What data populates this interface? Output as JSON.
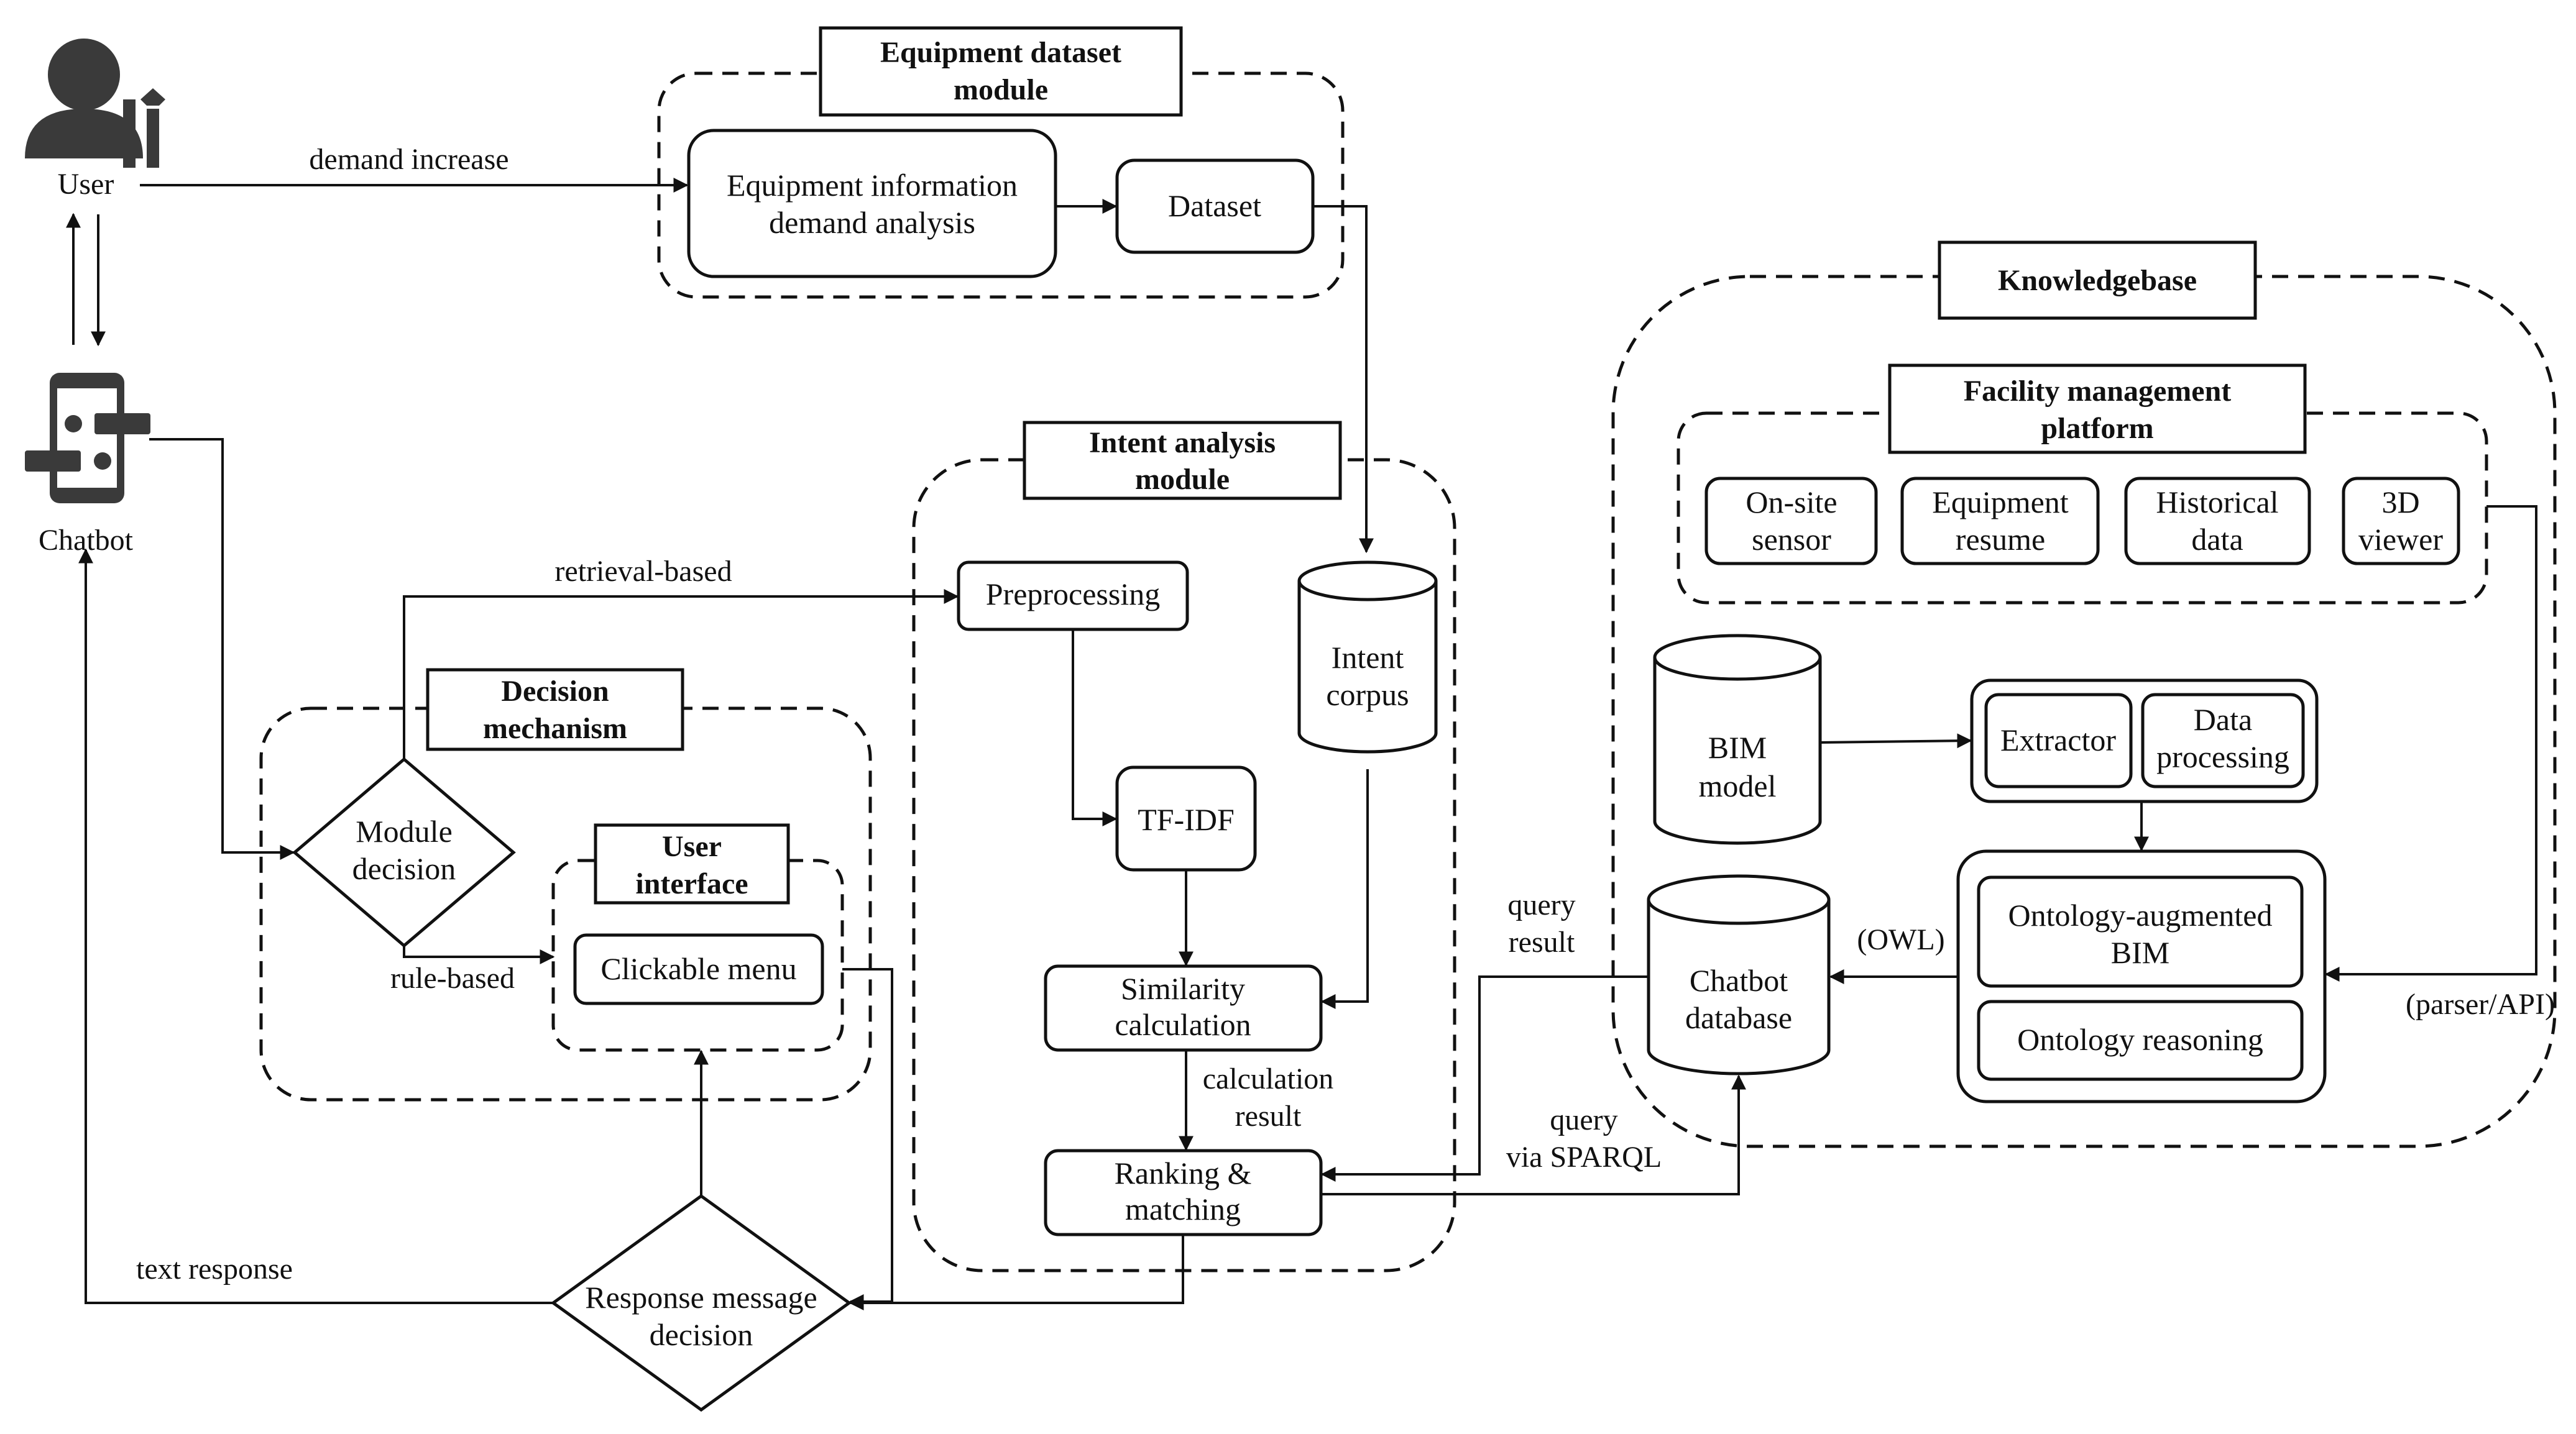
{
  "actors": {
    "user": "User",
    "chatbot": "Chatbot"
  },
  "modules": {
    "equipment_dataset": {
      "title_line1": "Equipment dataset",
      "title_line2": "module"
    },
    "intent_analysis": {
      "title_line1": "Intent analysis",
      "title_line2": "module"
    },
    "decision_mechanism": {
      "title_line1": "Decision",
      "title_line2": "mechanism"
    },
    "user_interface": {
      "title_line1": "User",
      "title_line2": "interface"
    },
    "knowledgebase": {
      "title": "Knowledgebase"
    },
    "facility_platform": {
      "title_line1": "Facility management",
      "title_line2": "platform"
    }
  },
  "nodes": {
    "equip_info_line1": "Equipment information",
    "equip_info_line2": "demand analysis",
    "dataset": "Dataset",
    "preprocessing": "Preprocessing",
    "tfidf": "TF-IDF",
    "similarity_line1": "Similarity",
    "similarity_line2": "calculation",
    "ranking_line1": "Ranking &",
    "ranking_line2": "matching",
    "intent_corpus_line1": "Intent",
    "intent_corpus_line2": "corpus",
    "module_decision_line1": "Module",
    "module_decision_line2": "decision",
    "clickable_menu": "Clickable menu",
    "response_line1": "Response message",
    "response_line2": "decision",
    "onsite_line1": "On-site",
    "onsite_line2": "sensor",
    "equip_resume_line1": "Equipment",
    "equip_resume_line2": "resume",
    "historical_line1": "Historical",
    "historical_line2": "data",
    "viewer_line1": "3D",
    "viewer_line2": "viewer",
    "bim_line1": "BIM",
    "bim_line2": "model",
    "extractor": "Extractor",
    "data_proc_line1": "Data",
    "data_proc_line2": "processing",
    "onto_bim_line1": "Ontology-augmented",
    "onto_bim_line2": "BIM",
    "onto_reasoning": "Ontology reasoning",
    "chatbot_db_line1": "Chatbot",
    "chatbot_db_line2": "database"
  },
  "edge_labels": {
    "demand_increase": "demand increase",
    "retrieval_based": "retrieval-based",
    "rule_based": "rule-based",
    "text_response": "text response",
    "calc_result_line1": "calculation",
    "calc_result_line2": "result",
    "query_result_line1": "query",
    "query_result_line2": "result",
    "query_sparql_line1": "query",
    "query_sparql_line2": "via SPARQL",
    "owl": "(OWL)",
    "parser_api": "(parser/API)"
  }
}
